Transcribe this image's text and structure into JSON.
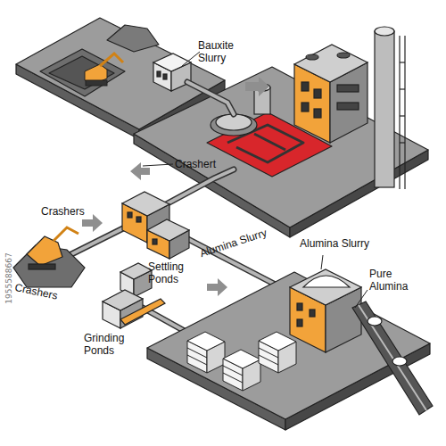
{
  "diagram": {
    "labels": [
      "Bauxite Slurry",
      "Crashert",
      "Crashers",
      "Alumina Slurry",
      "Alumina Slurry",
      "Pure Alumina",
      "Settling Ponds",
      "Crashers",
      "Grinding Ponds",
      "1955588667"
    ]
  }
}
